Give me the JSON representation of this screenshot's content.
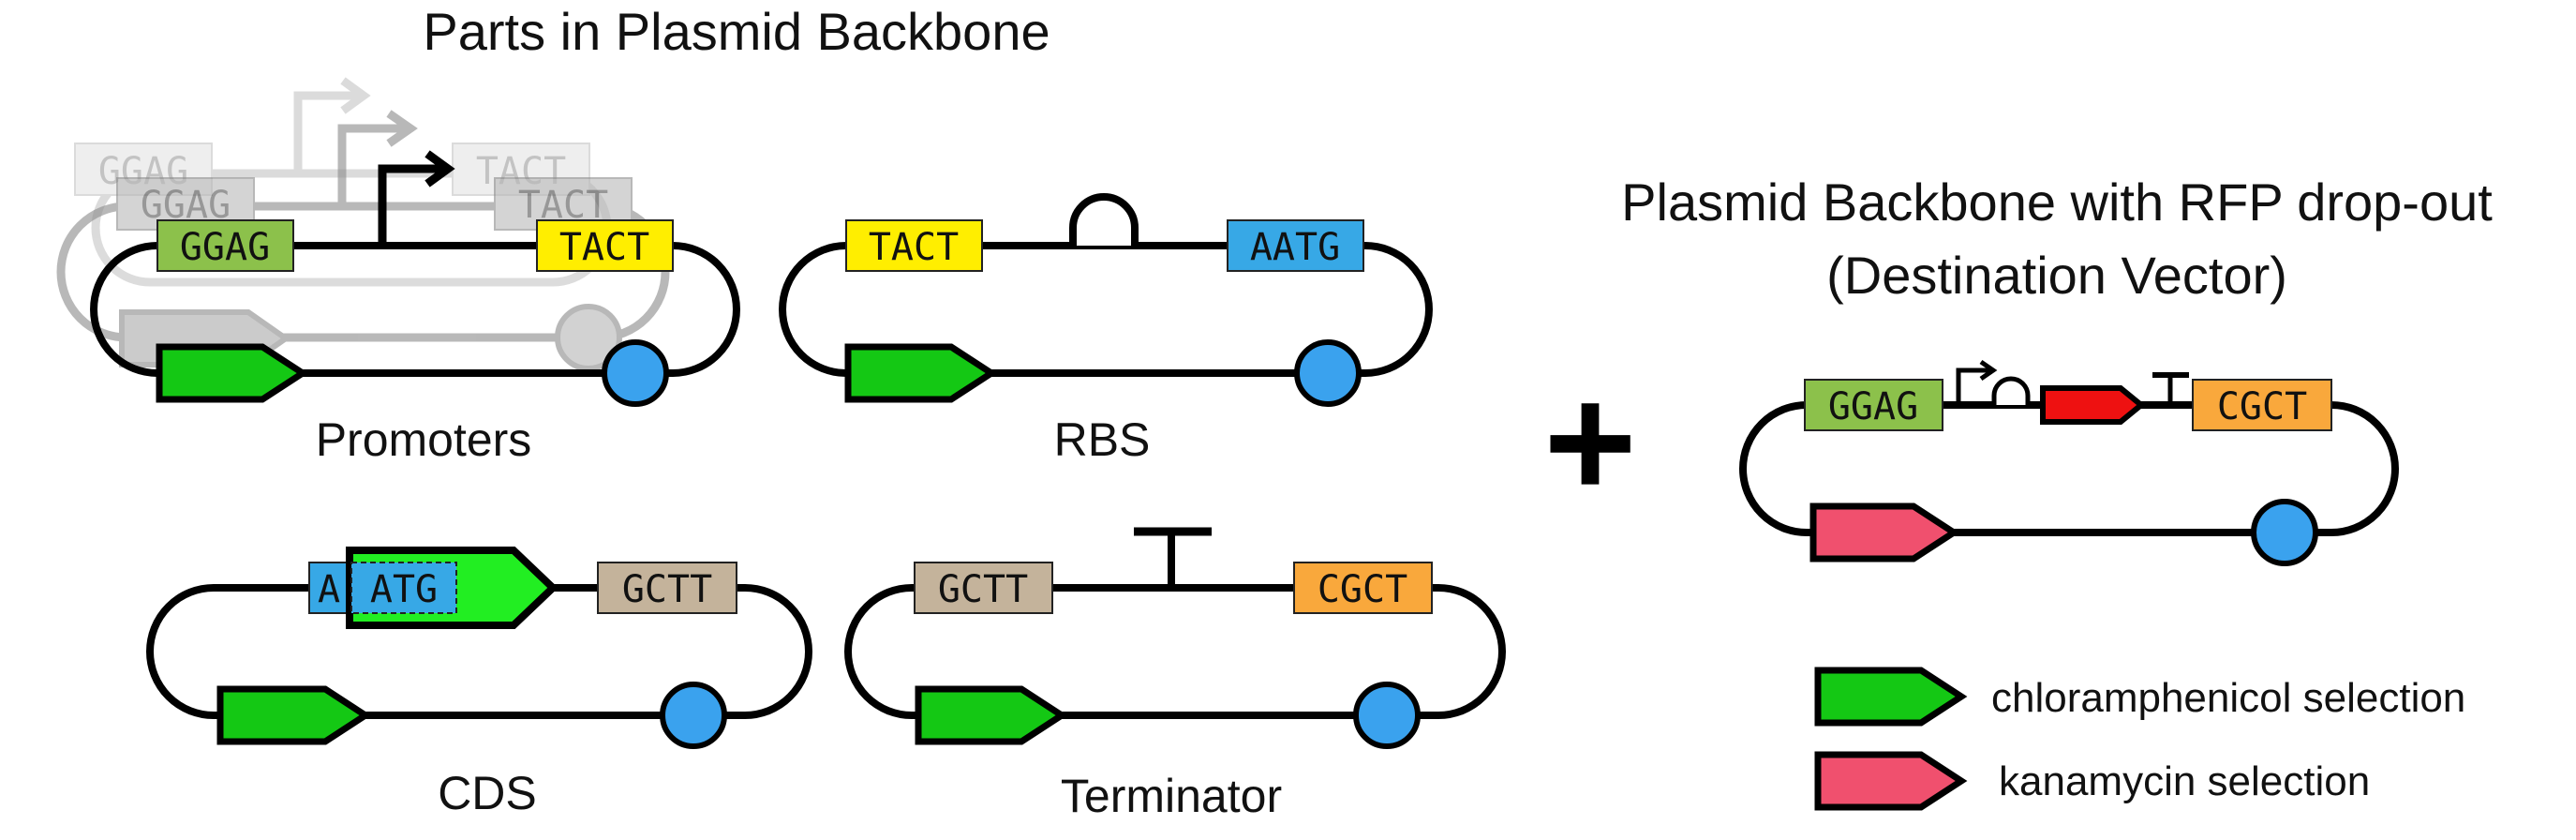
{
  "titles": {
    "parts": "Parts in Plasmid Backbone",
    "destination_line1": "Plasmid Backbone with RFP drop-out",
    "destination_line2": "(Destination Vector)",
    "plus": "+"
  },
  "promoters": {
    "label": "Promoters",
    "ghost1_left": "GGAG",
    "ghost1_right": "TACT",
    "ghost2_left": "GGAG",
    "ghost2_right": "TACT",
    "left": "GGAG",
    "right": "TACT"
  },
  "rbs": {
    "label": "RBS",
    "left": "TACT",
    "right": "AATG"
  },
  "cds": {
    "label": "CDS",
    "overhang_a": "A",
    "left": "ATG",
    "right": "GCTT"
  },
  "terminator": {
    "label": "Terminator",
    "left": "GCTT",
    "right": "CGCT"
  },
  "destination": {
    "left": "GGAG",
    "right": "CGCT"
  },
  "legend": {
    "items": [
      {
        "label": "chloramphenicol selection",
        "color": "#14c814"
      },
      {
        "label": "kanamycin selection",
        "color": "#f0506e"
      }
    ]
  },
  "colors": {
    "ggag": "#8cc14b",
    "tact": "#ffee00",
    "aatg": "#37a8e6",
    "gctt": "#c4b39b",
    "cgct": "#f9a83c",
    "origin": "#3aa2ee",
    "rfp": "#ee1111",
    "cds_gene": "#22ee22"
  }
}
